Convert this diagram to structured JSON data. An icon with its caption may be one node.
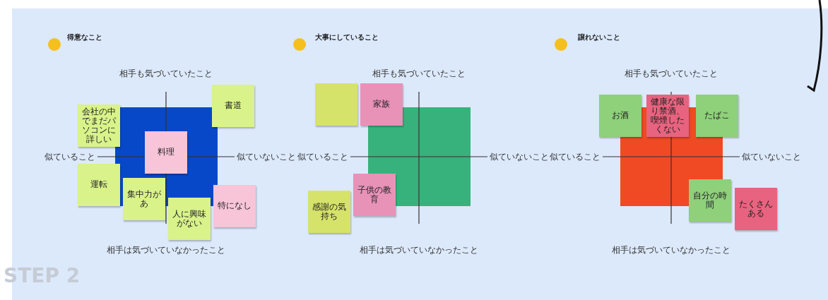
{
  "diagram": {
    "nodes": [
      {
        "text": [
          "書道"
        ]
      },
      {
        "text": [
          "会社の中でまだパソコンに詳しい"
        ]
      },
      {
        "text": [
          "料理"
        ]
      },
      {
        "text": [
          "運転"
        ]
      },
      {
        "text": [
          "集中力があ"
        ]
      },
      {
        "text": [
          "人に興味がない"
        ]
      },
      {
        "text": [
          "特になし"
        ]
      },
      {
        "text": [],
        "shape": "box"
      },
      {
        "text": [
          "家族"
        ]
      },
      {
        "text": [
          "子供の教育"
        ]
      },
      {
        "text": [
          "感謝の気持ち"
        ]
      },
      {
        "text": [
          "お酒"
        ]
      },
      {
        "text": [
          "健康な限り禁酒、喫煙したくない"
        ]
      },
      {
        "text": [
          "たばこ"
        ]
      },
      {
        "text": [
          "自分の時間"
        ]
      },
      {
        "text": [
          "たくさんある"
        ]
      }
    ],
    "edges": [],
    "labels": [
      "得意なこと",
      "大事にしていること",
      "譲れないこと",
      "相手も気づいていたこと",
      "似ていること",
      "似ていないこと",
      "相手は気づいていなかったこと",
      "相手も気づいていたこと",
      "似ていること",
      "似ていないこと",
      "相手は気づいていなかったこと",
      "相手も気づいていたこと",
      "似ていること",
      "似ていないこと",
      "相手は気づいていなかったこと",
      "STEP 2"
    ]
  }
}
